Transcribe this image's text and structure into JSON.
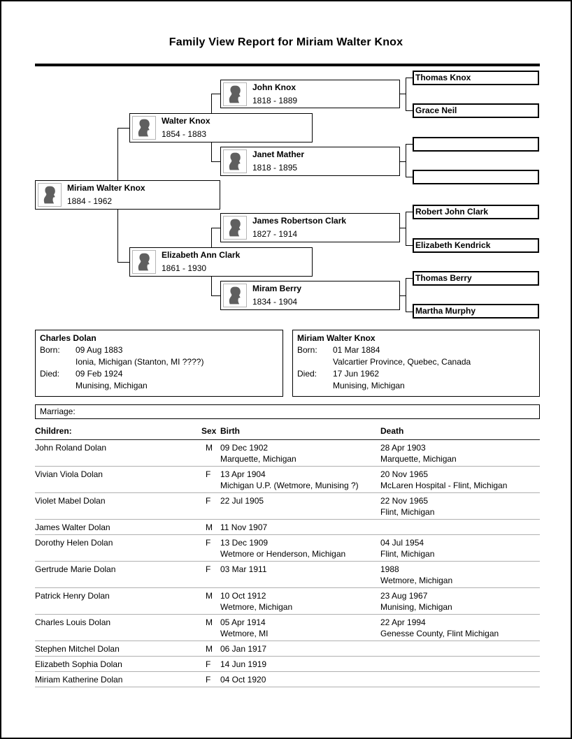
{
  "page": {
    "title": "Family View Report for Miriam Walter Knox"
  },
  "colors": {
    "silhouette": "#5f5f5f",
    "box_border": "#000000",
    "icon_frame_border": "#b5b5b5",
    "row_separator": "#b0b0b0"
  },
  "icons": {
    "person": "person-silhouette-icon"
  },
  "tree": {
    "subject": {
      "name": "Miriam Walter Knox",
      "dates": "1884 - 1962"
    },
    "father": {
      "name": "Walter Knox",
      "dates": "1854 - 1883"
    },
    "mother": {
      "name": "Elizabeth Ann Clark",
      "dates": "1861 - 1930"
    },
    "grandparents": [
      {
        "name": "John Knox",
        "dates": "1818 - 1889"
      },
      {
        "name": "Janet Mather",
        "dates": "1818 - 1895"
      },
      {
        "name": "James Robertson Clark",
        "dates": "1827 - 1914"
      },
      {
        "name": "Miram Berry",
        "dates": "1834 - 1904"
      }
    ],
    "great_grandparents": [
      {
        "name": "Thomas Knox"
      },
      {
        "name": "Grace Neil"
      },
      {
        "name": ""
      },
      {
        "name": ""
      },
      {
        "name": "Robert John Clark"
      },
      {
        "name": "Elizabeth Kendrick"
      },
      {
        "name": "Thomas Berry"
      },
      {
        "name": "Martha Murphy"
      }
    ]
  },
  "spouse_panel": {
    "name": "Charles Dolan",
    "born_label": "Born:",
    "born_date": "09 Aug 1883",
    "born_place": "Ionia, Michigan (Stanton, MI ????)",
    "died_label": "Died:",
    "died_date": "09 Feb 1924",
    "died_place": "Munising, Michigan"
  },
  "subject_panel": {
    "name": "Miriam Walter Knox",
    "born_label": "Born:",
    "born_date": "01 Mar 1884",
    "born_place": "Valcartier Province, Quebec, Canada",
    "died_label": "Died:",
    "died_date": "17 Jun 1962",
    "died_place": "Munising, Michigan"
  },
  "marriage": {
    "label": "Marriage:",
    "value": ""
  },
  "children_table": {
    "headers": {
      "children": "Children:",
      "sex": "Sex",
      "birth": "Birth",
      "death": "Death"
    },
    "rows": [
      {
        "name": "John Roland Dolan",
        "sex": "M",
        "birth_date": "09 Dec 1902",
        "birth_place": "Marquette, Michigan",
        "death_date": "28 Apr 1903",
        "death_place": "Marquette, Michigan"
      },
      {
        "name": "Vivian Viola Dolan",
        "sex": "F",
        "birth_date": "13 Apr 1904",
        "birth_place": "Michigan U.P. (Wetmore, Munising ?)",
        "death_date": "20 Nov 1965",
        "death_place": "McLaren Hospital - Flint, Michigan"
      },
      {
        "name": "Violet Mabel Dolan",
        "sex": "F",
        "birth_date": "22 Jul 1905",
        "birth_place": "",
        "death_date": "22 Nov 1965",
        "death_place": "Flint, Michigan"
      },
      {
        "name": "James Walter Dolan",
        "sex": "M",
        "birth_date": "11 Nov 1907",
        "birth_place": "",
        "death_date": "",
        "death_place": ""
      },
      {
        "name": "Dorothy Helen Dolan",
        "sex": "F",
        "birth_date": "13 Dec 1909",
        "birth_place": "Wetmore or Henderson, Michigan",
        "death_date": "04 Jul 1954",
        "death_place": "Flint, Michigan"
      },
      {
        "name": "Gertrude Marie Dolan",
        "sex": "F",
        "birth_date": "03 Mar 1911",
        "birth_place": "",
        "death_date": "1988",
        "death_place": "Wetmore, Michigan"
      },
      {
        "name": "Patrick Henry Dolan",
        "sex": "M",
        "birth_date": "10 Oct 1912",
        "birth_place": "Wetmore, Michigan",
        "death_date": "23 Aug 1967",
        "death_place": "Munising, Michigan"
      },
      {
        "name": "Charles Louis Dolan",
        "sex": "M",
        "birth_date": "05 Apr 1914",
        "birth_place": "Wetmore, MI",
        "death_date": "22 Apr 1994",
        "death_place": "Genesse County, Flint Michigan"
      },
      {
        "name": "Stephen Mitchel Dolan",
        "sex": "M",
        "birth_date": "06 Jan 1917",
        "birth_place": "",
        "death_date": "",
        "death_place": ""
      },
      {
        "name": "Elizabeth Sophia Dolan",
        "sex": "F",
        "birth_date": "14 Jun 1919",
        "birth_place": "",
        "death_date": "",
        "death_place": ""
      },
      {
        "name": "Miriam Katherine Dolan",
        "sex": "F",
        "birth_date": "04 Oct 1920",
        "birth_place": "",
        "death_date": "",
        "death_place": ""
      }
    ]
  }
}
